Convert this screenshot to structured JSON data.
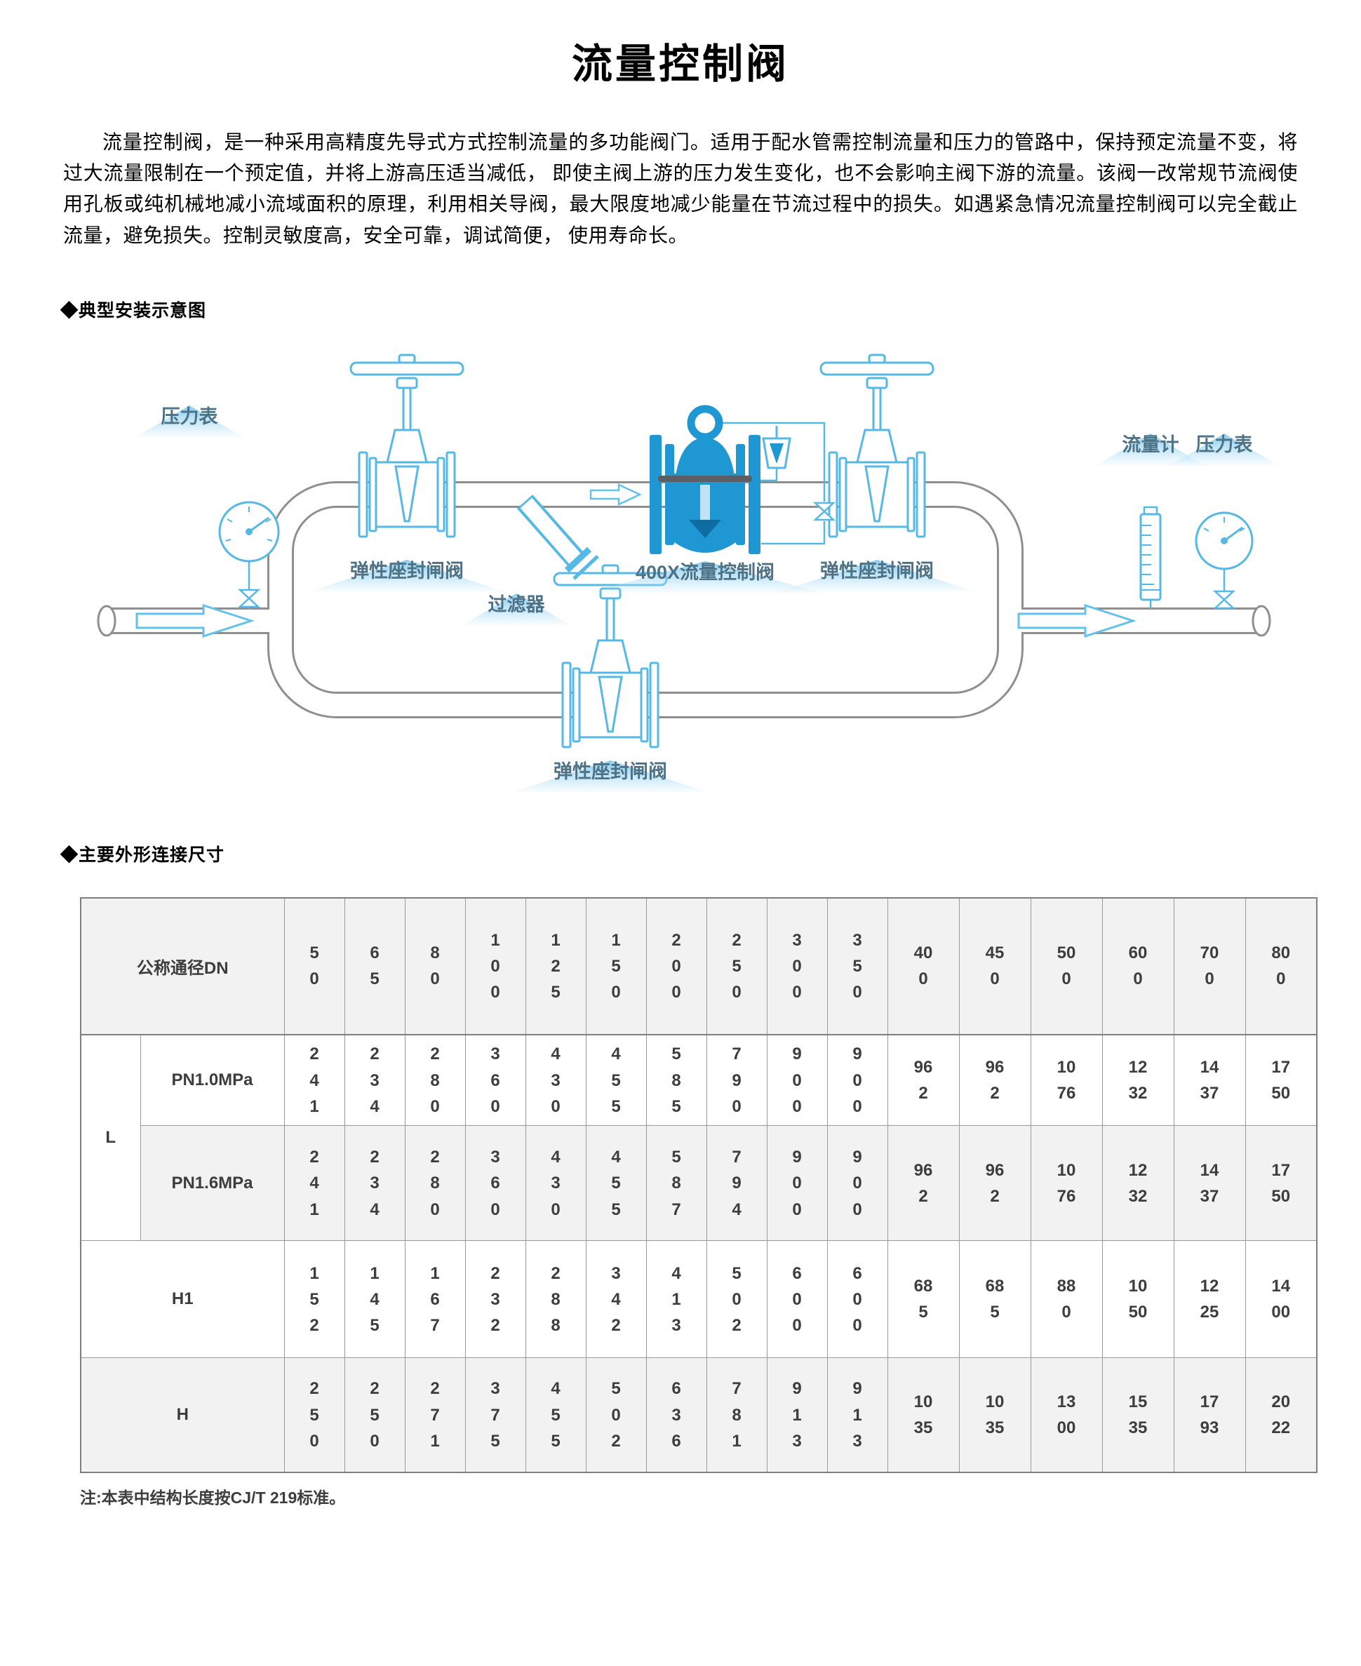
{
  "page": {
    "title": "流量控制阀",
    "intro": "流量控制阀，是一种采用高精度先导式方式控制流量的多功能阀门。适用于配水管需控制流量和压力的管路中，保持预定流量不变，将过大流量限制在一个预定值，并将上游高压适当减低， 即使主阀上游的压力发生变化，也不会影响主阀下游的流量。该阀一改常规节流阀使用孔板或纯机械地减小流域面积的原理，利用相关导阀，最大限度地减少能量在节流过程中的损失。如遇紧急情况流量控制阀可以完全截止流量，避免损失。控制灵敏度高，安全可靠，调试简便， 使用寿命长。"
  },
  "sections": {
    "diagram_title": "◆典型安装示意图",
    "table_title": "◆主要外形连接尺寸"
  },
  "diagram": {
    "labels": {
      "pressure_gauge_left": "压力表",
      "gate_valve_1": "弹性座封闸阀",
      "strainer": "过滤器",
      "main_valve": "400X流量控制阀",
      "gate_valve_2": "弹性座封闸阀",
      "flow_meter": "流量计",
      "pressure_gauge_right": "压力表",
      "gate_valve_bypass": "弹性座封闸阀"
    },
    "colors": {
      "equipment_outline": "#56b8e4",
      "main_valve_fill": "#1e97d3",
      "pipe": "#8f8f8f",
      "banner": "#78c6ee",
      "label_text": "#4e7286"
    }
  },
  "table": {
    "col_header_label": "公称通径DN",
    "l_group_label": "L",
    "dn": [
      "50",
      "65",
      "80",
      "100",
      "125",
      "150",
      "200",
      "250",
      "300",
      "350",
      "400",
      "450",
      "500",
      "600",
      "700",
      "800"
    ],
    "rows": [
      {
        "label": "PN1.0MPa",
        "values": [
          "241",
          "234",
          "280",
          "360",
          "430",
          "455",
          "585",
          "790",
          "900",
          "900",
          "962",
          "962",
          "1076",
          "1232",
          "1437",
          "1750"
        ]
      },
      {
        "label": "PN1.6MPa",
        "values": [
          "241",
          "234",
          "280",
          "360",
          "430",
          "455",
          "587",
          "794",
          "900",
          "900",
          "962",
          "962",
          "1076",
          "1232",
          "1437",
          "1750"
        ]
      },
      {
        "label": "H1",
        "values": [
          "152",
          "145",
          "167",
          "232",
          "288",
          "342",
          "413",
          "502",
          "600",
          "600",
          "685",
          "685",
          "880",
          "1050",
          "1225",
          "1400"
        ]
      },
      {
        "label": "H",
        "values": [
          "250",
          "250",
          "271",
          "375",
          "455",
          "502",
          "636",
          "781",
          "913",
          "913",
          "1035",
          "1035",
          "1300",
          "1535",
          "1793",
          "2022"
        ]
      }
    ],
    "note": "注:本表中结构长度按CJ/T 219标准。"
  }
}
